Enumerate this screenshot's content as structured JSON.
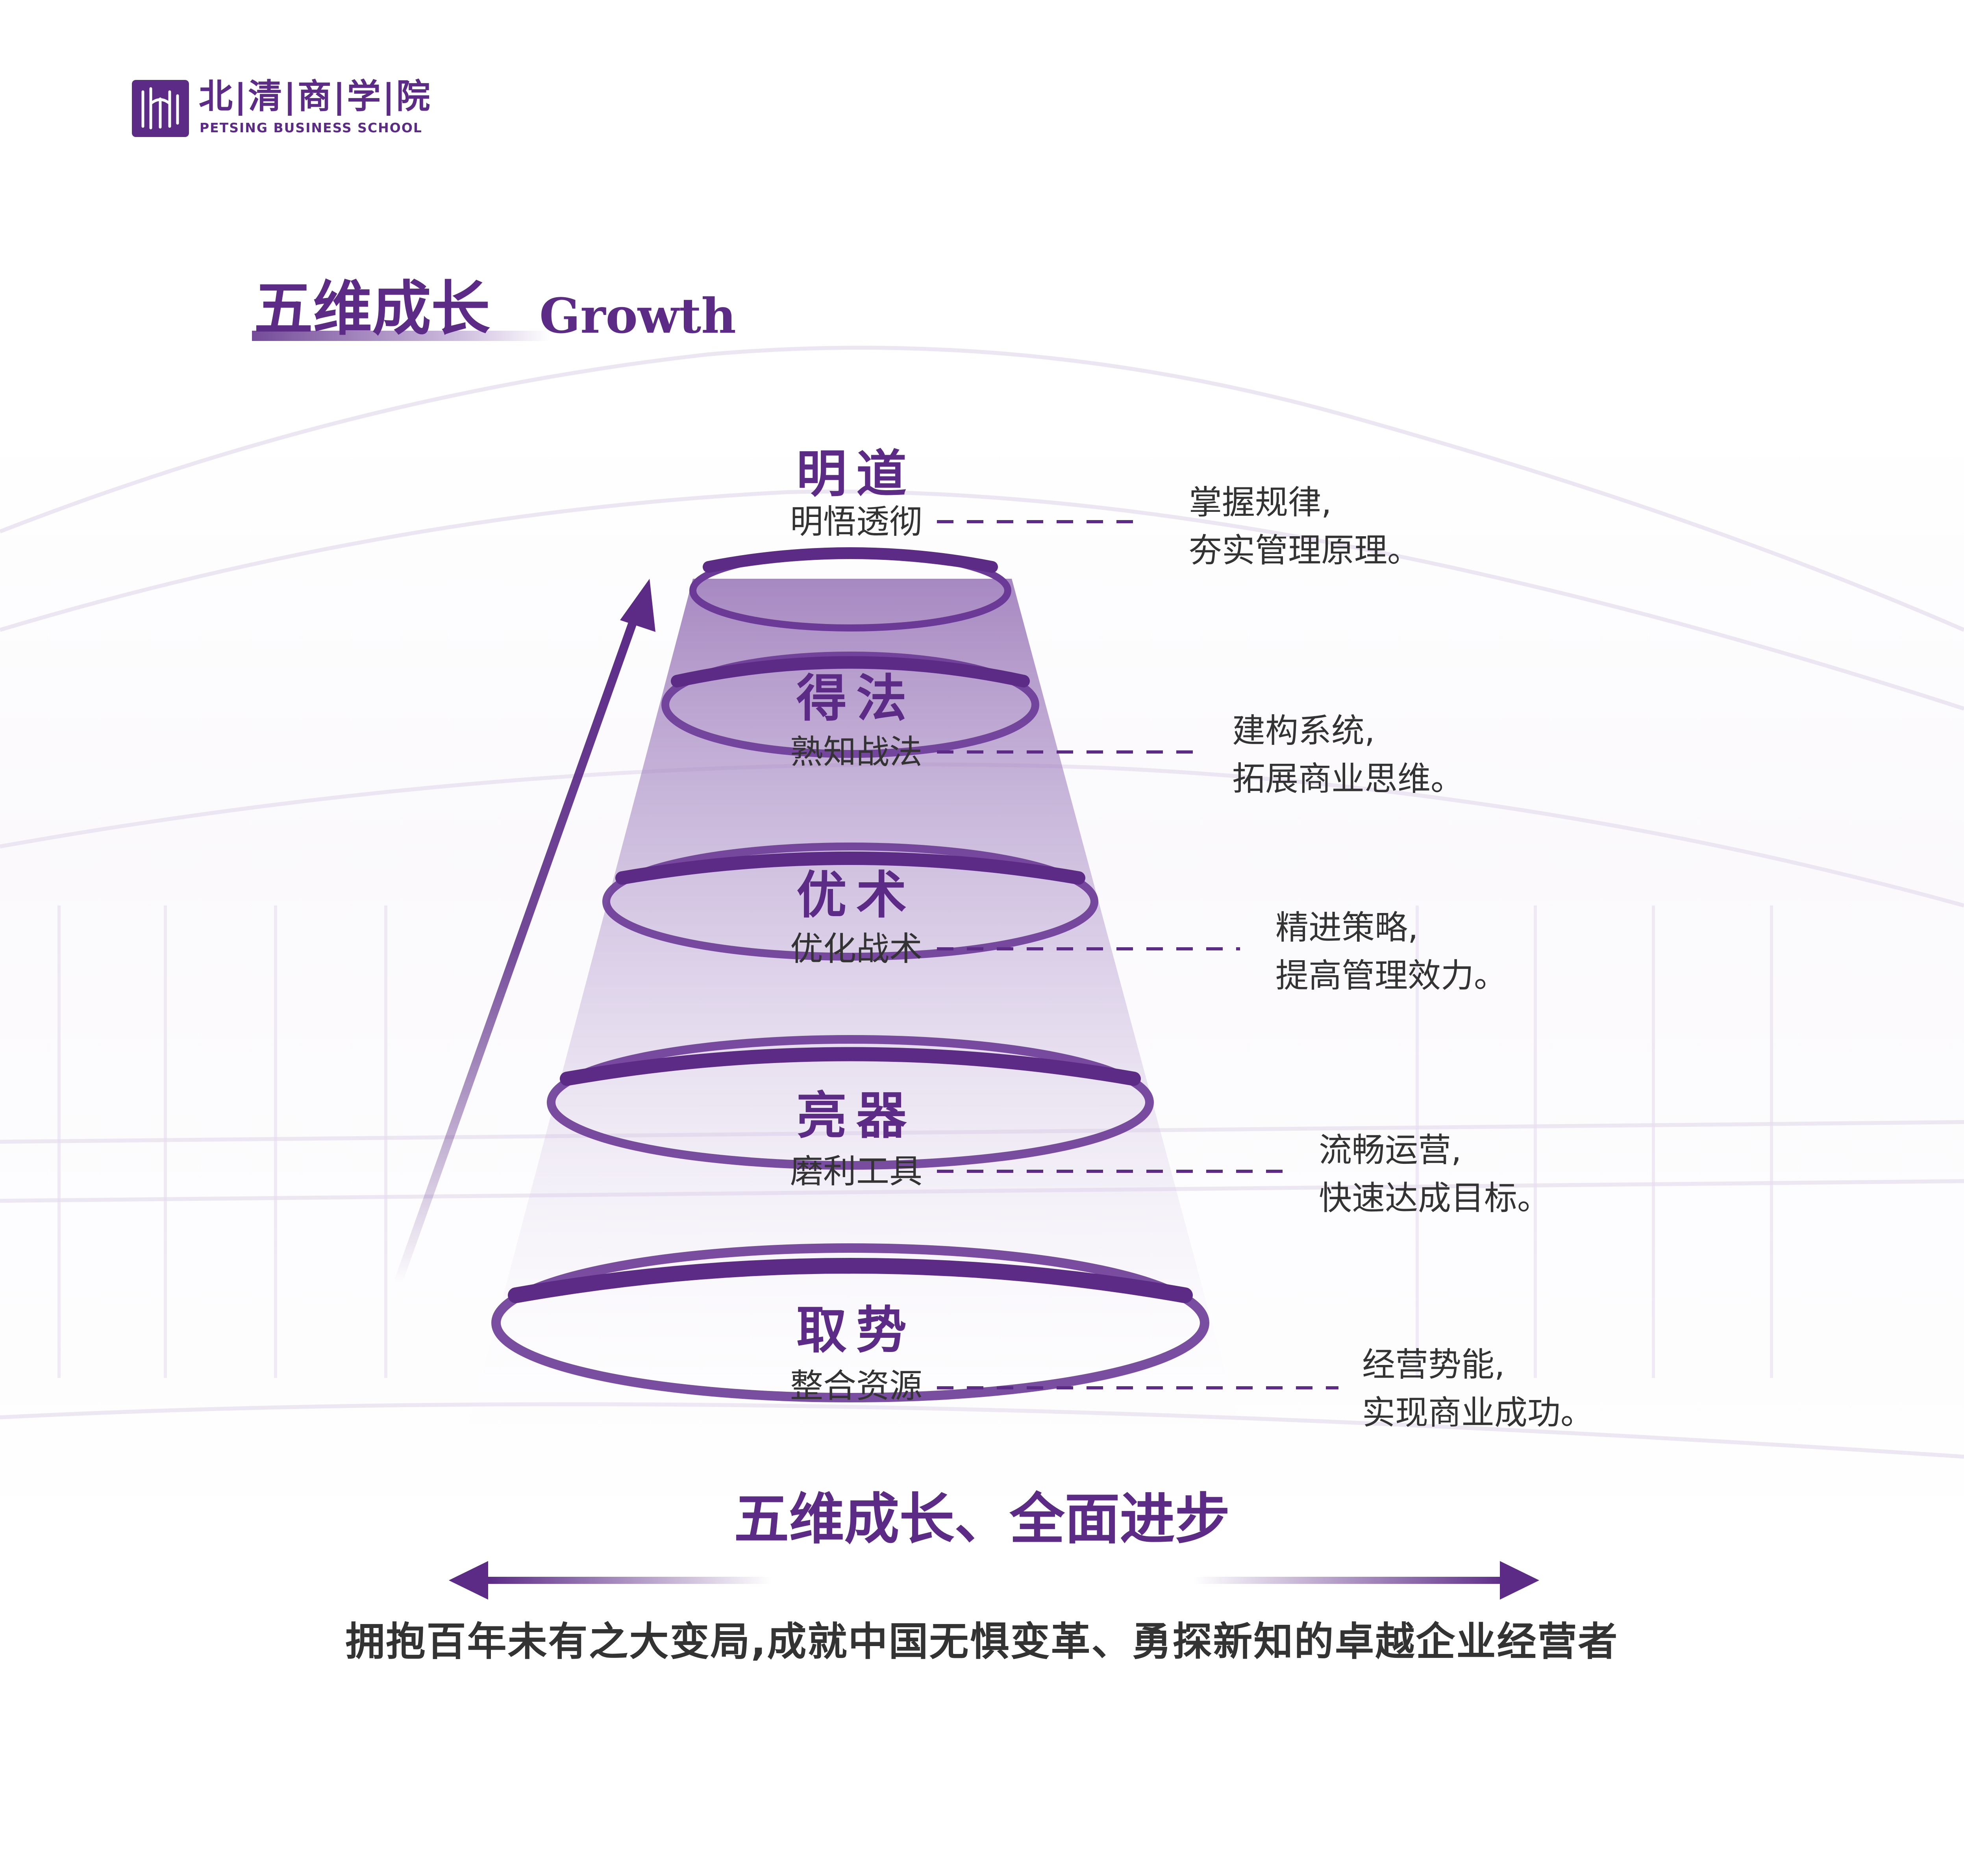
{
  "brand": {
    "name_cn": "北|清|商|学|院",
    "name_en": "PETSING BUSINESS SCHOOL",
    "color": "#5b2b86"
  },
  "heading": {
    "title_cn": "五维成长",
    "title_en": "Growth"
  },
  "levels": [
    {
      "title": "明道",
      "subtitle": "明悟透彻",
      "desc_line1": "掌握规律,",
      "desc_line2": "夯实管理原理。"
    },
    {
      "title": "得法",
      "subtitle": "熟知战法",
      "desc_line1": "建构系统,",
      "desc_line2": "拓展商业思维。"
    },
    {
      "title": "优术",
      "subtitle": "优化战术",
      "desc_line1": "精进策略,",
      "desc_line2": "提高管理效力。"
    },
    {
      "title": "亮器",
      "subtitle": "磨利工具",
      "desc_line1": "流畅运营,",
      "desc_line2": "快速达成目标。"
    },
    {
      "title": "取势",
      "subtitle": "整合资源",
      "desc_line1": "经营势能,",
      "desc_line2": "实现商业成功。"
    }
  ],
  "banner": "五维成长、全面进步",
  "footer": "拥抱百年未有之大变局,成就中国无惧变革、勇探新知的卓越企业经营者"
}
